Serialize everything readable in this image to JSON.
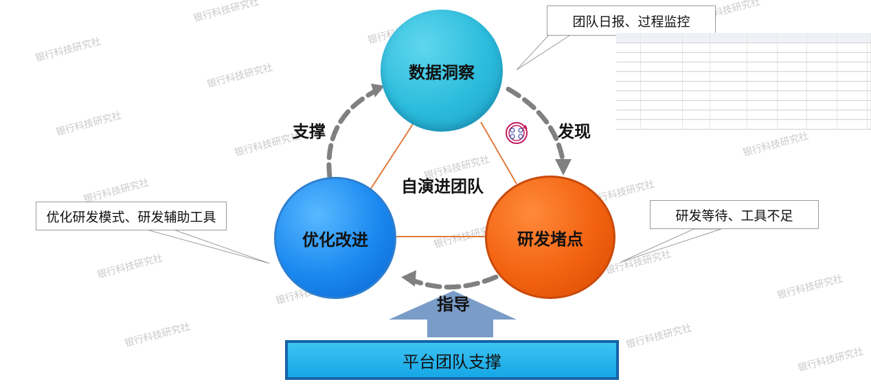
{
  "nodes": {
    "top": "数据洞察",
    "left": "优化改进",
    "right": "研发堵点",
    "center": "自演进团队"
  },
  "edges": {
    "support": "支撑",
    "discover": "发现",
    "guide": "指导"
  },
  "callouts": {
    "top": "团队日报、过程监控",
    "left": "优化研发模式、研发辅助工具",
    "right": "研发等待、工具不足"
  },
  "platform_label": "平台团队支撑",
  "watermark": "银行科技研究社",
  "colors": {
    "top_node": "#2bbcdc",
    "left_node": "#1a88f0",
    "right_node": "#f26210",
    "platform": "#16a7e6",
    "arrow": "#808080",
    "triangle_line": "#e07a3a",
    "up_arrow": "#7a9cc8"
  },
  "icons": [
    "cycle-icon"
  ]
}
